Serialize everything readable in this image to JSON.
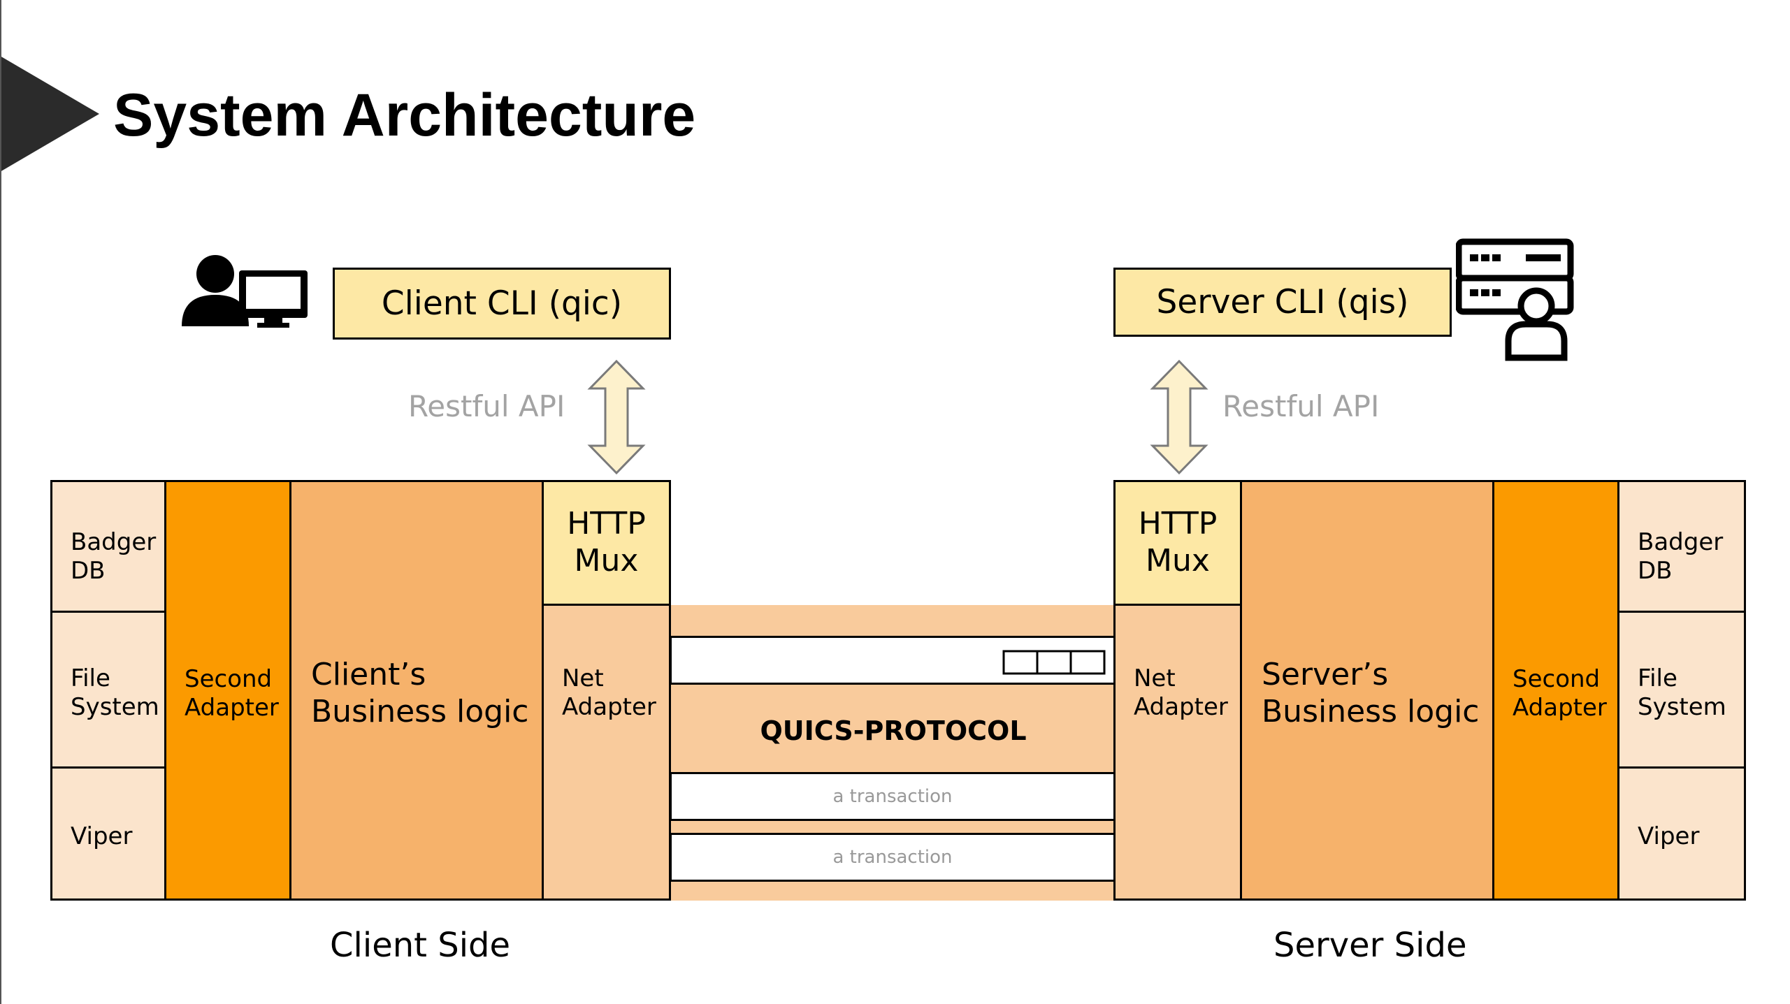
{
  "title": "System Architecture",
  "client": {
    "cli_label": "Client CLI (qic)",
    "api_label": "Restful API",
    "stores": [
      "Badger DB",
      "File System",
      "Viper"
    ],
    "adapter": "Second Adapter",
    "logic": "Client’s Business logic",
    "http_mux": "HTTP Mux",
    "net_adapter": "Net Adapter",
    "side_label": "Client Side"
  },
  "server": {
    "cli_label": "Server CLI (qis)",
    "api_label": "Restful API",
    "stores": [
      "Badger DB",
      "File System",
      "Viper"
    ],
    "adapter": "Second Adapter",
    "logic": "Server’s Business logic",
    "http_mux": "HTTP Mux",
    "net_adapter": "Net Adapter",
    "side_label": "Server Side"
  },
  "protocol": {
    "name": "QUICS-PROTOCOL",
    "transactions": [
      "a transaction",
      "a transaction"
    ]
  },
  "colors": {
    "cli": "#fde8a5",
    "store": "#fbe4cc",
    "adapter": "#fb9a00",
    "logic": "#f6b26b",
    "net": "#f9cb9c",
    "http": "#fde8a5",
    "band": "#f9cb9c",
    "muted_text": "#a3a3a3"
  },
  "icons": [
    "user-computer-icon",
    "server-user-icon"
  ]
}
